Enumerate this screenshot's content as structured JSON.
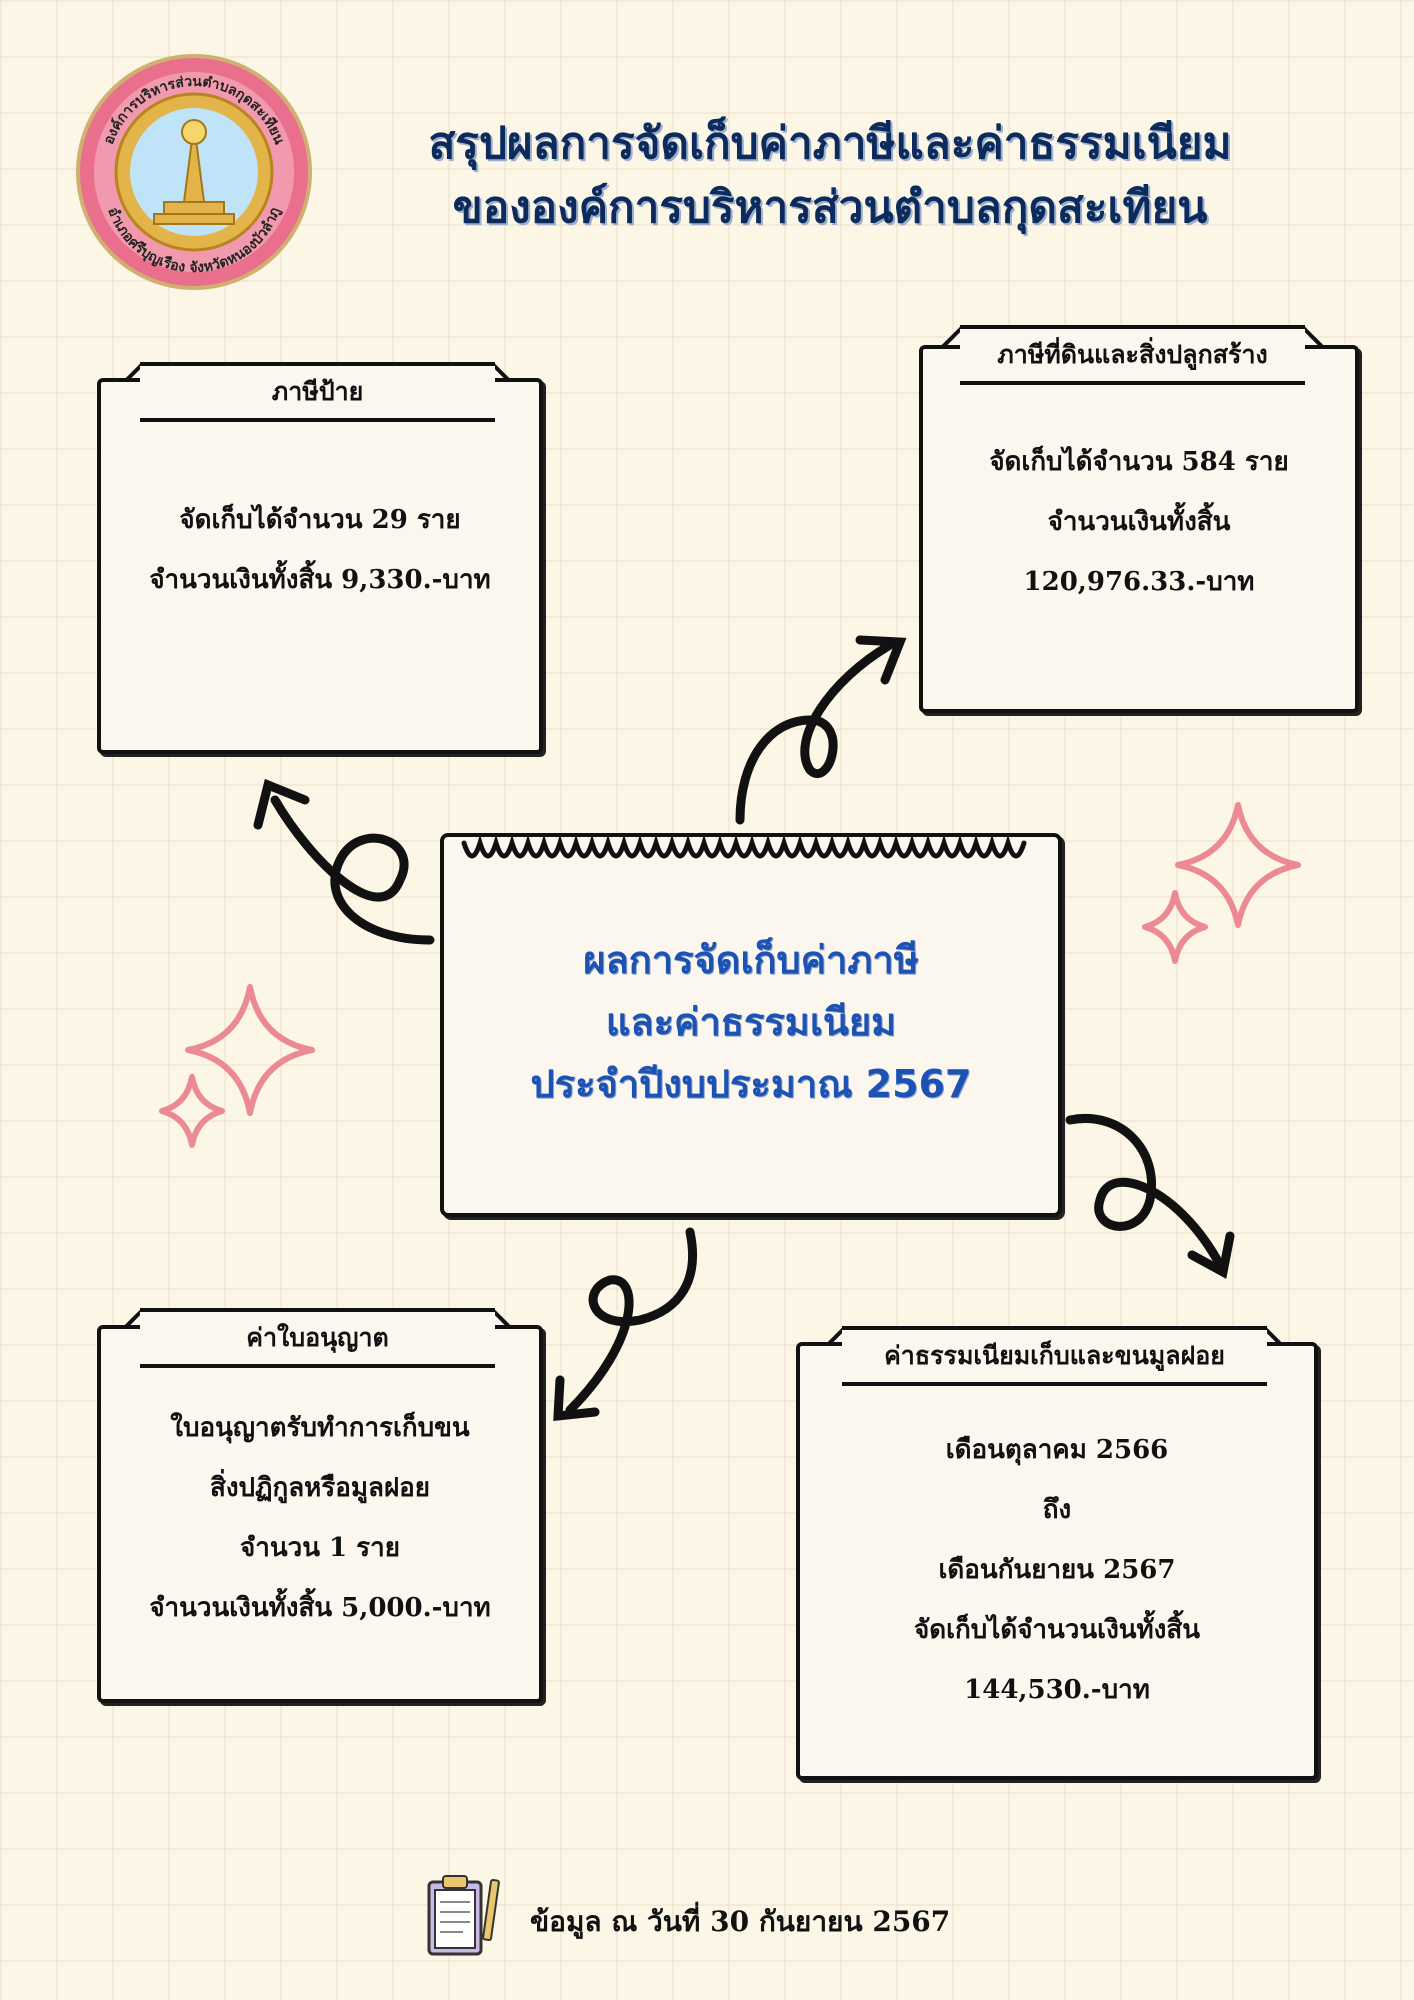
{
  "logo": {
    "top_text": "องค์การบริหารส่วนตำบลกุดสะเทียน",
    "bottom_text": "อำเภอศรีบุญเรือง จังหวัดหนองบัวลำภู"
  },
  "title": {
    "line1": "สรุปผลการจัดเก็บค่าภาษีและค่าธรรมเนียม",
    "line2": "ขององค์การบริหารส่วนตำบลกุดสะเทียน"
  },
  "center": {
    "line1": "ผลการจัดเก็บค่าภาษี",
    "line2": "และค่าธรรมเนียม",
    "line3": "ประจำปีงบประมาณ 2567"
  },
  "sign_tax": {
    "heading": "ภาษีป้าย",
    "line1": "จัดเก็บได้จำนวน 29 ราย",
    "line2": "จำนวนเงินทั้งสิ้น 9,330.-บาท"
  },
  "land_tax": {
    "heading": "ภาษีที่ดินและสิ่งปลูกสร้าง",
    "line1": "จัดเก็บได้จำนวน 584 ราย",
    "line2": "จำนวนเงินทั้งสิ้น",
    "line3": "120,976.33.-บาท"
  },
  "license_fee": {
    "heading": "ค่าใบอนุญาต",
    "line1": "ใบอนุญาตรับทำการเก็บขน",
    "line2": "สิ่งปฏิกูลหรือมูลฝอย",
    "line3": "จำนวน 1 ราย",
    "line4": "จำนวนเงินทั้งสิ้น 5,000.-บาท"
  },
  "waste_fee": {
    "heading": "ค่าธรรมเนียมเก็บและขนมูลฝอย",
    "line1": "เดือนตุลาคม 2566",
    "line2": "ถึง",
    "line3": "เดือนกันยายน 2567",
    "line4": "จัดเก็บได้จำนวนเงินทั้งสิ้น",
    "line5": "144,530.-บาท"
  },
  "footer": {
    "text": "ข้อมูล ณ วันที่ 30 กันยายน 2567"
  },
  "colors": {
    "title": "#0d2a5c",
    "center_text": "#1d52b5",
    "sparkle": "#ec8a94"
  },
  "icons": [
    "emblem-logo",
    "clipboard-icon",
    "sparkle-icon",
    "curly-arrow-icon"
  ]
}
